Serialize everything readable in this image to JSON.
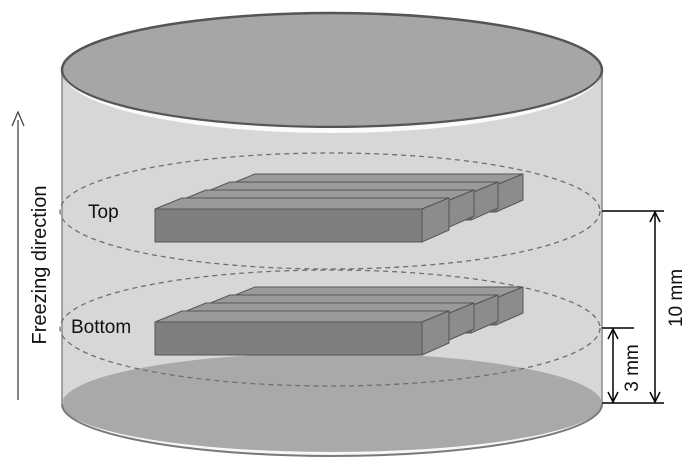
{
  "labels": {
    "freezing_direction": "Freezing direction",
    "top": "Top",
    "bottom": "Bottom",
    "dim_total": "10 mm",
    "dim_bottom": "3 mm"
  },
  "colors": {
    "cylinder_body": "#d7d7d7",
    "cylinder_top": "#a6a6a6",
    "cylinder_bottom": "#a9a9a9",
    "bar_front": "#7f7f7f",
    "bar_top": "#9a9a9a",
    "bar_end": "#8c8c8c",
    "outline": "#555555",
    "dashed": "#6f6f6f"
  },
  "bar_count_per_slice": 4
}
